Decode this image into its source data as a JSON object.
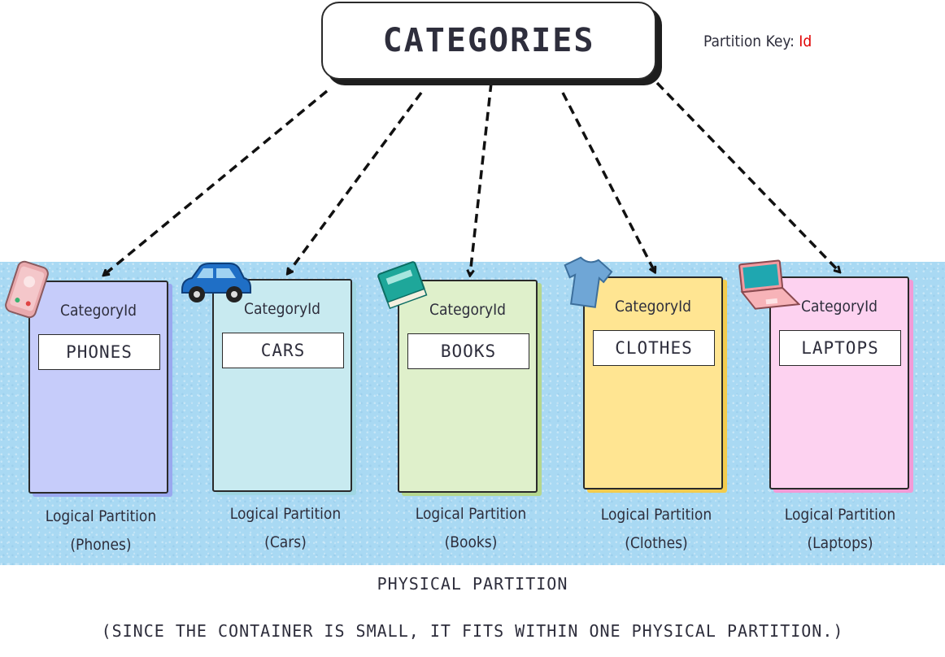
{
  "title": "CATEGORIES",
  "partition_key": {
    "label": "Partition Key:",
    "value": "Id"
  },
  "field_label": "CategoryId",
  "partitions": [
    {
      "id": "phones",
      "value": "PHONES",
      "logical_label": "Logical Partition",
      "logical_name": "(Phones)",
      "color": "#c6ccfa",
      "shadow": "#9aa8ef",
      "icon": "phone-icon"
    },
    {
      "id": "cars",
      "value": "CARS",
      "logical_label": "Logical Partition",
      "logical_name": "(Cars)",
      "color": "#c8eaf0",
      "shadow": "#9fd6e2",
      "icon": "car-icon"
    },
    {
      "id": "books",
      "value": "BOOKS",
      "logical_label": "Logical Partition",
      "logical_name": "(Books)",
      "color": "#dff0cb",
      "shadow": "#b5d68e",
      "icon": "book-icon"
    },
    {
      "id": "clothes",
      "value": "CLOTHES",
      "logical_label": "Logical Partition",
      "logical_name": "(Clothes)",
      "color": "#ffe592",
      "shadow": "#f2cc4e",
      "icon": "tshirt-icon"
    },
    {
      "id": "laptops",
      "value": "LAPTOPS",
      "logical_label": "Logical Partition",
      "logical_name": "(Laptops)",
      "color": "#fdd2f0",
      "shadow": "#f29bd7",
      "icon": "laptop-icon"
    }
  ],
  "physical_partition_label": "PHYSICAL PARTITION",
  "note": "(SINCE THE CONTAINER IS SMALL, IT FITS WITHIN ONE PHYSICAL PARTITION.)"
}
